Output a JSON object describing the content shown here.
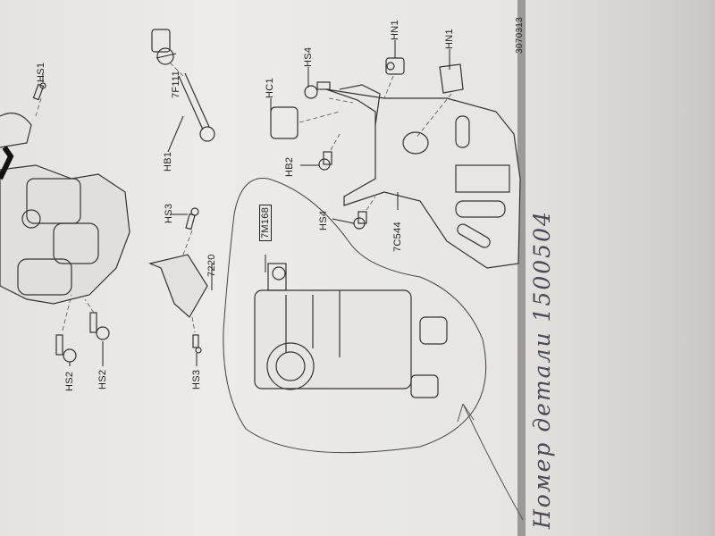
{
  "diagram": {
    "drawing_number": "3070313",
    "callouts": {
      "hs1": "HS1",
      "f111": "7F111",
      "hb1": "HB1",
      "hc1": "HC1",
      "hs4_top": "HS4",
      "hn1_a": "HN1",
      "hn1_b": "HN1",
      "hb2": "HB2",
      "hs3_top": "HS3",
      "p7220": "7220",
      "m168": "7M168",
      "hs4_bottom": "HS4",
      "c544": "7C544",
      "hs2_a": "HS2",
      "hs2_b": "HS2",
      "hs3_bottom": "HS3"
    }
  },
  "handwriting": {
    "note": "Номер детали 1500504"
  },
  "colors": {
    "ink": "#222222",
    "paper": "#ebeae8",
    "pencil": "#4a4a52"
  }
}
